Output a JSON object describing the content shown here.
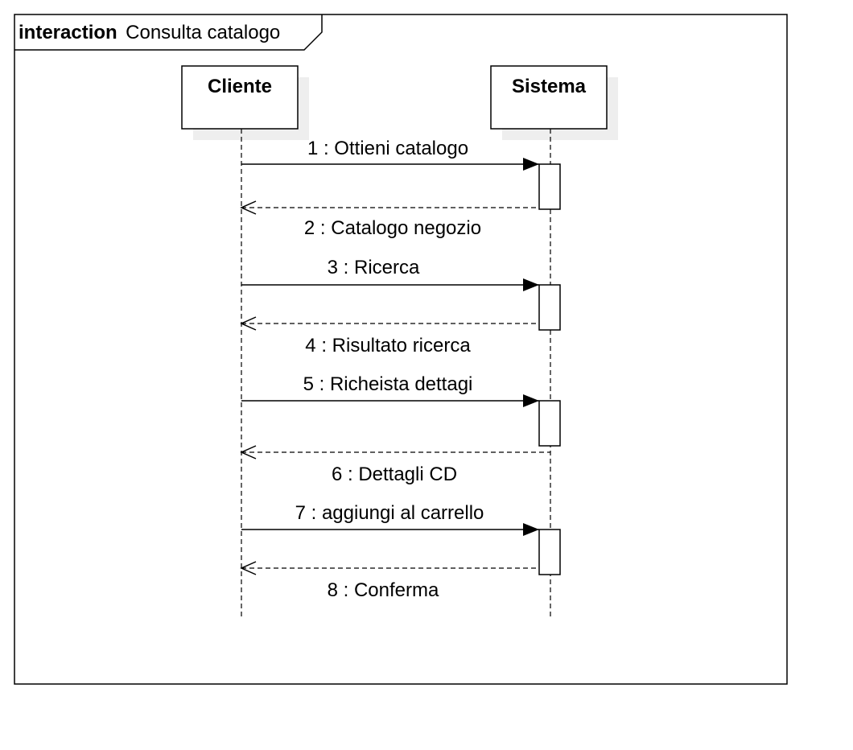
{
  "frame": {
    "keyword": "interaction",
    "name": "Consulta catalogo"
  },
  "lifelines": [
    {
      "id": "cliente",
      "name": "Cliente"
    },
    {
      "id": "sistema",
      "name": "Sistema"
    }
  ],
  "messages": [
    {
      "num": "1",
      "label": "Ottieni catalogo",
      "text": "1 : Ottieni catalogo",
      "from": "cliente",
      "to": "sistema",
      "kind": "sync"
    },
    {
      "num": "2",
      "label": "Catalogo negozio",
      "text": "2 : Catalogo negozio",
      "from": "sistema",
      "to": "cliente",
      "kind": "reply"
    },
    {
      "num": "3",
      "label": "Ricerca",
      "text": "3 : Ricerca",
      "from": "cliente",
      "to": "sistema",
      "kind": "sync"
    },
    {
      "num": "4",
      "label": "Risultato ricerca",
      "text": "4 : Risultato ricerca",
      "from": "sistema",
      "to": "cliente",
      "kind": "reply"
    },
    {
      "num": "5",
      "label": "Richeista dettagi",
      "text": "5 : Richeista dettagi",
      "from": "cliente",
      "to": "sistema",
      "kind": "sync"
    },
    {
      "num": "6",
      "label": "Dettagli CD",
      "text": "6 : Dettagli CD",
      "from": "sistema",
      "to": "cliente",
      "kind": "reply"
    },
    {
      "num": "7",
      "label": "aggiungi al carrello",
      "text": "7 : aggiungi al carrello",
      "from": "cliente",
      "to": "sistema",
      "kind": "sync"
    },
    {
      "num": "8",
      "label": "Conferma",
      "text": "8 : Conferma",
      "from": "sistema",
      "to": "cliente",
      "kind": "reply"
    }
  ],
  "colors": {
    "line": "#000000",
    "shadow": "#eeeeee",
    "fill": "#ffffff"
  }
}
